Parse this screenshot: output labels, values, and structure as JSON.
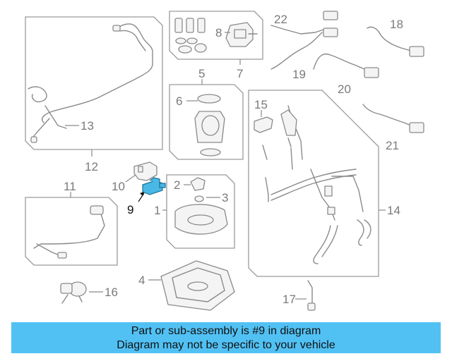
{
  "callouts": {
    "c1": "1",
    "c2": "2",
    "c3": "3",
    "c4": "4",
    "c5": "5",
    "c6": "6",
    "c7": "7",
    "c8": "8",
    "c9": "9",
    "c10": "10",
    "c11": "11",
    "c12": "12",
    "c13": "13",
    "c14": "14",
    "c15": "15",
    "c16": "16",
    "c17": "17",
    "c18": "18",
    "c19": "19",
    "c20": "20",
    "c21": "21",
    "c22": "22"
  },
  "highlight": {
    "part": "9",
    "color": "#49b8e6"
  },
  "banner": {
    "line1": "Part or sub-assembly is #9 in diagram",
    "line2": "Diagram may not be specific to your vehicle",
    "color": "#51c1f4"
  }
}
